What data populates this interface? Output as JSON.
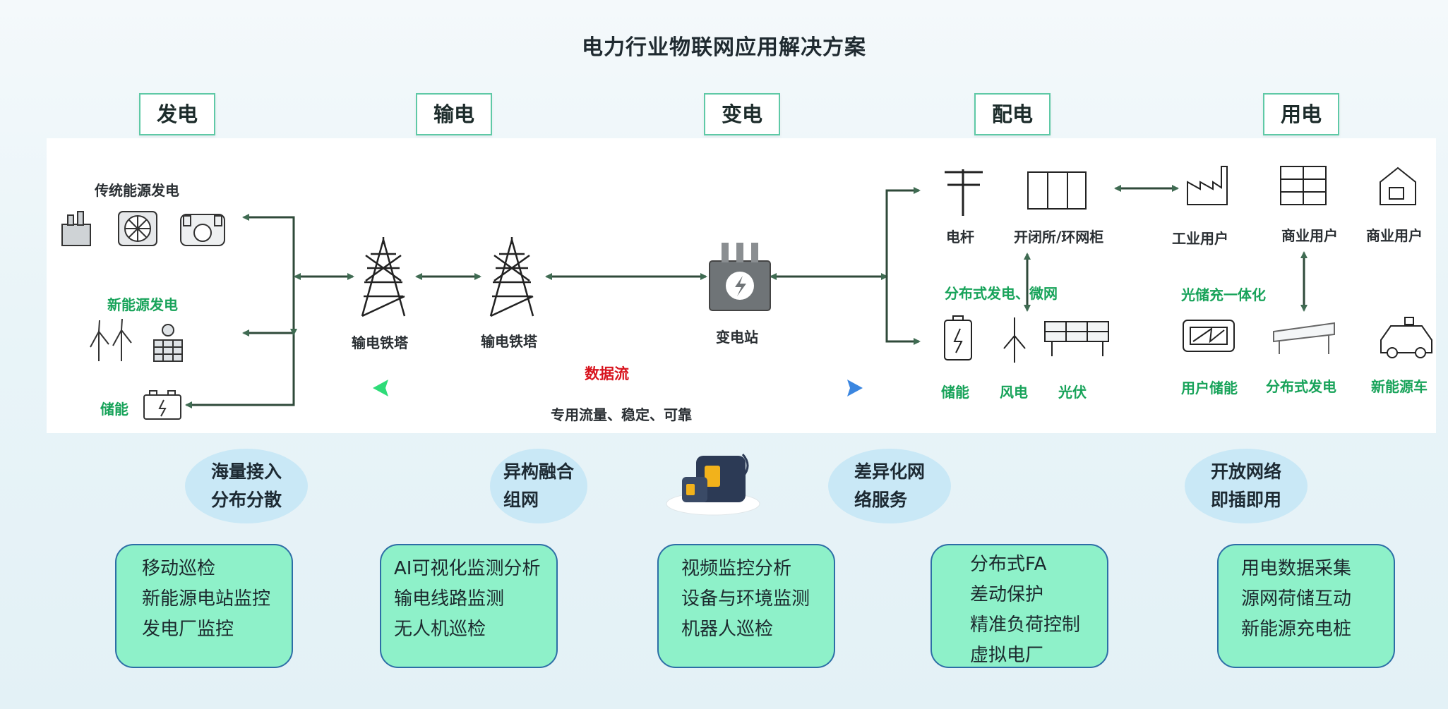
{
  "title": "电力行业物联网应用解决方案",
  "stages": [
    "发电",
    "输电",
    "变电",
    "配电",
    "用电"
  ],
  "generation": {
    "traditional": "传统能源发电",
    "new_energy": "新能源发电",
    "storage": "储能"
  },
  "transmission": {
    "tower_1": "输电铁塔",
    "tower_2": "输电铁塔"
  },
  "substation": {
    "label": "变电站"
  },
  "data_flow": {
    "title": "数据流",
    "subtitle": "专用流量、稳定、可靠"
  },
  "distribution": {
    "pole": "电杆",
    "switchgear": "开闭所/环网柜",
    "distributed_title": "分布式发电、微网",
    "storage": "储能",
    "wind": "风电",
    "pv": "光伏"
  },
  "consumption": {
    "industrial": "工业用户",
    "commercial_1": "商业用户",
    "commercial_2": "商业用户",
    "integrated_title": "光储充一体化",
    "user_storage": "用户储能",
    "distributed": "分布式发电",
    "ev": "新能源车"
  },
  "features": [
    "海量接入\n分布分散",
    "异构融合\n组网",
    "差异化网\n络服务",
    "开放网络\n即插即用"
  ],
  "feature_boxes": [
    [
      "移动巡检",
      "新能源电站监控",
      "发电厂监控"
    ],
    [
      "AI可视化监测分析",
      "输电线路监测",
      "无人机巡检"
    ],
    [
      "视频监控分析",
      "设备与环境监测",
      "机器人巡检"
    ],
    [
      "分布式FA",
      "差动保护",
      "精准负荷控制",
      "虚拟电厂"
    ],
    [
      "用电数据采集",
      "源网荷储互动",
      "新能源充电桩"
    ]
  ],
  "colors": {
    "accent_green": "#18a35a",
    "data_flow_red": "#d8141e",
    "box_fill": "#8ef1c9",
    "box_border": "#2d6ea6",
    "ellipse_fill": "#c9e8f6",
    "arrow": "#3f6b52"
  }
}
